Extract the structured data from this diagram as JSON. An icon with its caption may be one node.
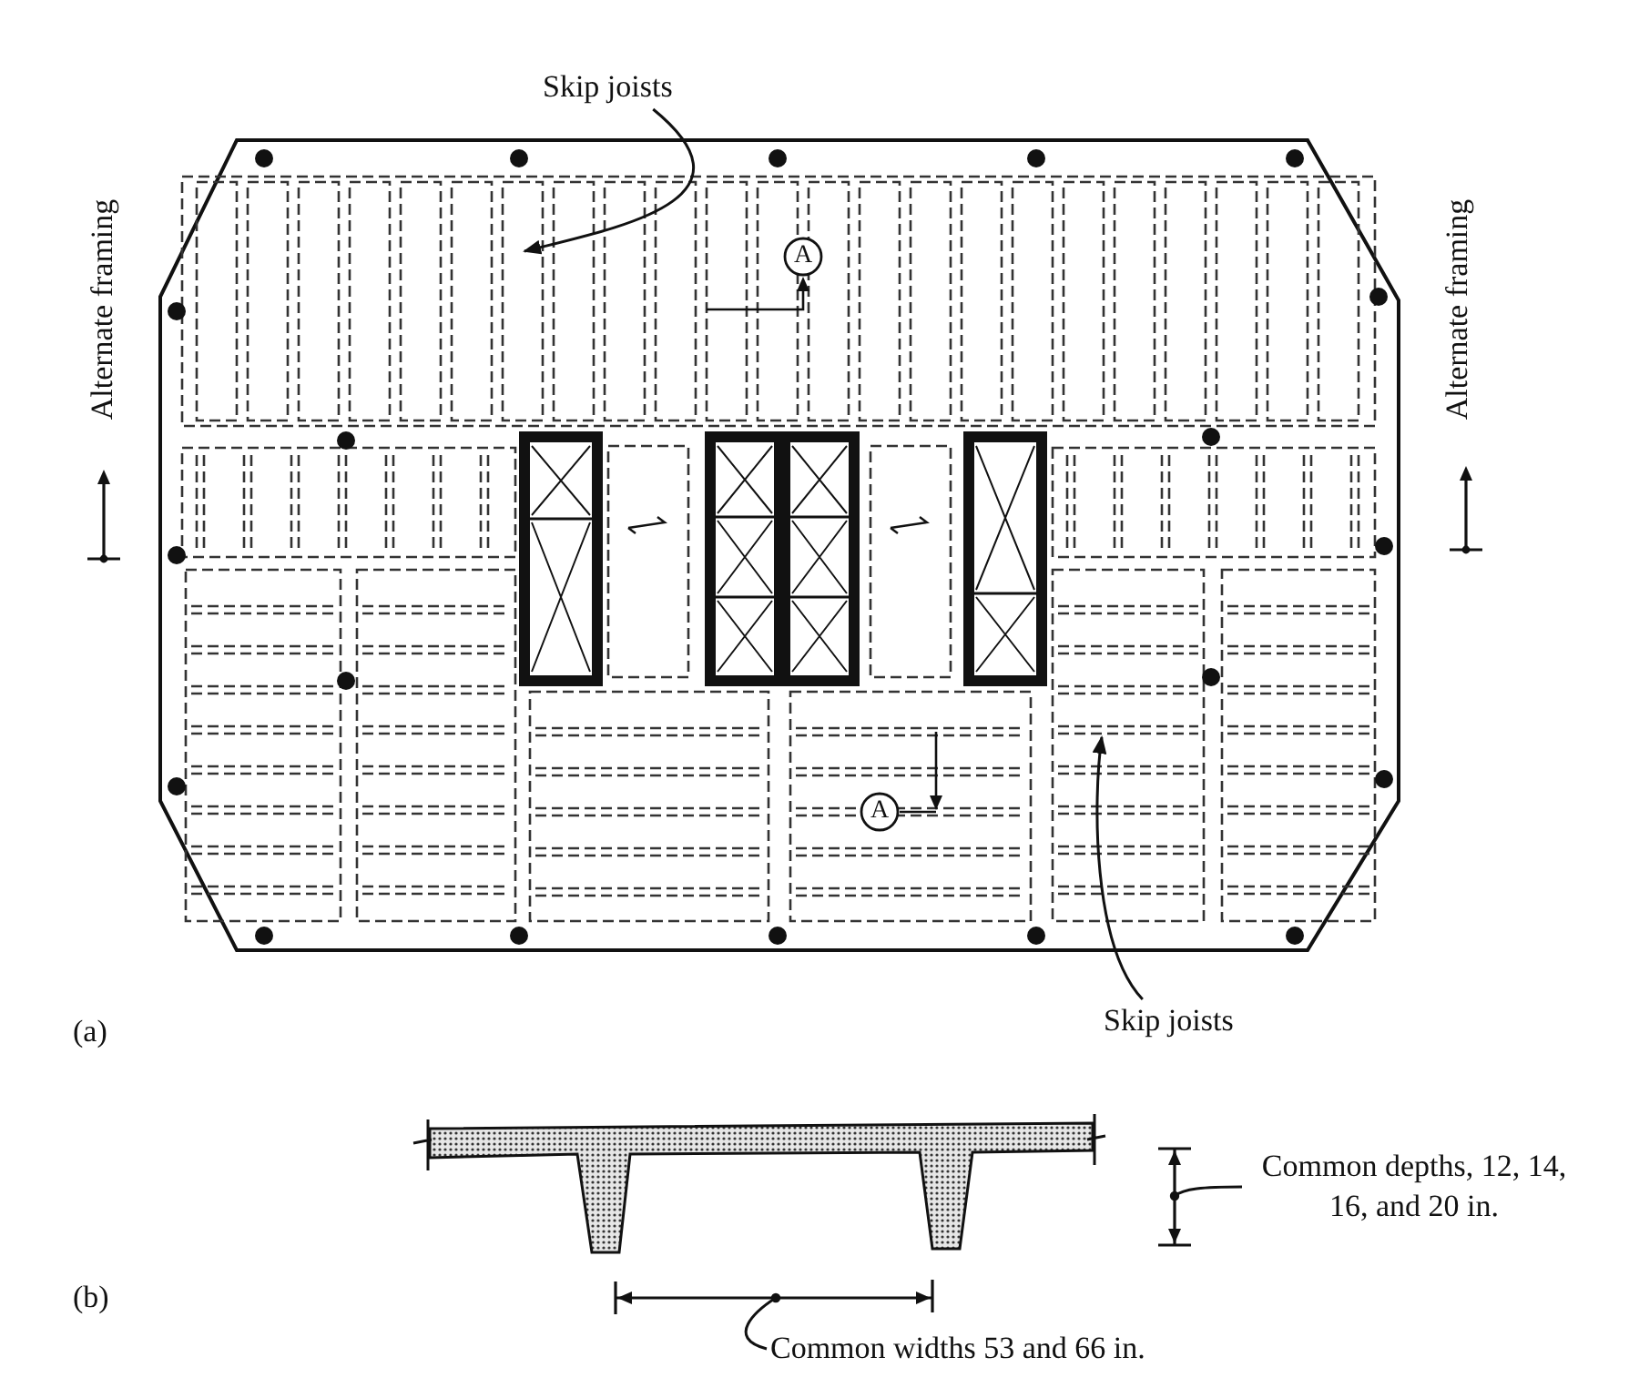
{
  "diagram": {
    "nodes": [
      {
        "text": [
          "Skip joists"
        ]
      },
      {
        "text": [
          "Skip joists"
        ]
      },
      {
        "text": [
          "Common depths, 12, 14, 16, and 20 in."
        ]
      },
      {
        "text": [
          "Common widths 53 and 66 in."
        ]
      }
    ],
    "edges": [
      {
        "from": 0,
        "to": null,
        "arrow": "to"
      },
      {
        "from": 1,
        "to": null,
        "arrow": "to"
      },
      {
        "from": 2,
        "to": null,
        "arrow": "other"
      },
      {
        "from": 3,
        "to": null,
        "arrow": "other"
      }
    ],
    "labels": [
      "Alternate framing",
      "A",
      "Alternate framing",
      "A",
      "(a)",
      "(b)"
    ]
  }
}
